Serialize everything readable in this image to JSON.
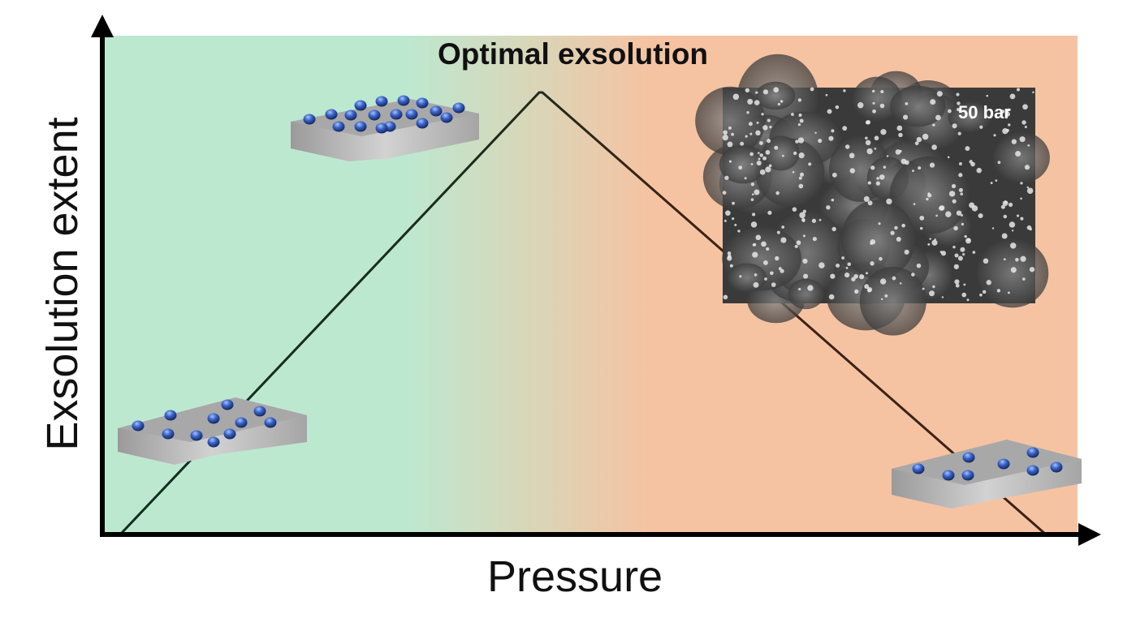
{
  "diagram": {
    "x_axis_label": "Pressure",
    "y_axis_label": "Exsolution extent",
    "peak_label": "Optimal exsolution",
    "sem_image_label": "50 bar",
    "trend": [
      "increase",
      "peak",
      "decrease"
    ],
    "colors": {
      "low_pressure_region": "#bde8d0",
      "high_pressure_region": "#f5c3a2",
      "rising_line": "#0f2e1e",
      "falling_line": "#3a2216",
      "axis": "#000000",
      "nanoparticle": "#3a64c8",
      "substrate": "#9e9e9e"
    },
    "illustrations": [
      {
        "name": "low-pressure-sample",
        "particle_count": 11
      },
      {
        "name": "optimal-pressure-sample",
        "particle_count": 18
      },
      {
        "name": "high-pressure-sample",
        "particle_count": 8
      }
    ]
  }
}
